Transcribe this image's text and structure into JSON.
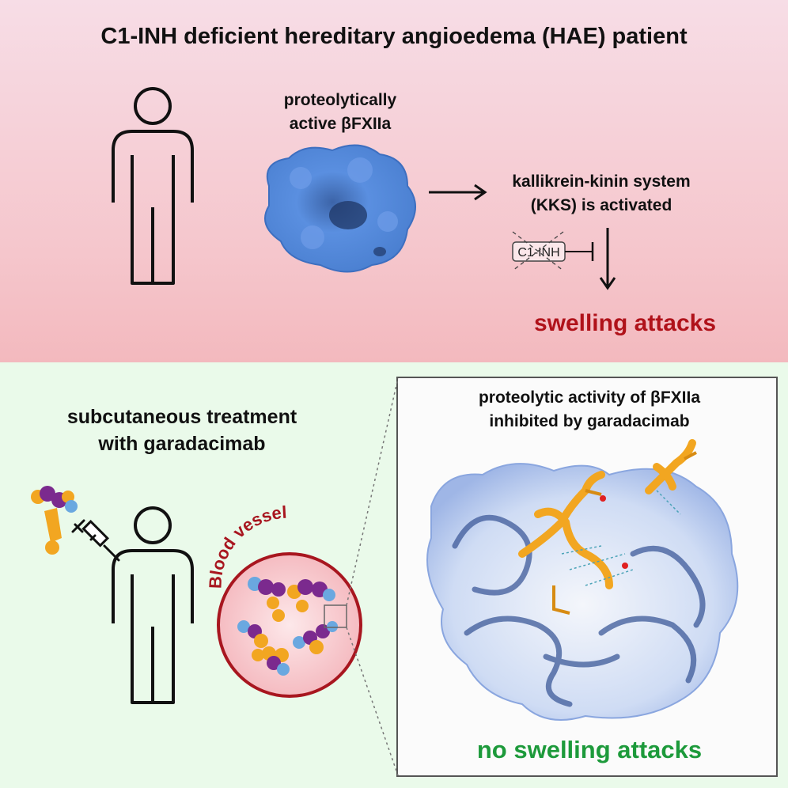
{
  "top_panel": {
    "title": "C1-INH deficient hereditary angioedema (HAE) patient",
    "protein_label_line1": "proteolytically",
    "protein_label_line2": "active βFXIIa",
    "kks_line1": "kallikrein-kinin system",
    "kks_line2": "(KKS) is activated",
    "inhibitor_box": "C1-INH",
    "outcome": "swelling attacks"
  },
  "bottom_panel": {
    "treatment_line1": "subcutaneous treatment",
    "treatment_line2": "with garadacimab",
    "vessel_label": "Blood vessel",
    "inset_title_line1": "proteolytic activity of βFXIIa",
    "inset_title_line2": "inhibited by garadacimab",
    "outcome": "no swelling attacks"
  },
  "colors": {
    "top_bg": "#f5c6cc",
    "bottom_bg": "#eafaea",
    "swelling_red": "#b0121a",
    "no_swelling_green": "#1d9a3b",
    "protein_blue": "#4f86d8",
    "antibody_orange": "#f2a621",
    "antibody_purple": "#7b2a8e",
    "antibody_blue": "#6aa8e0",
    "vessel_red": "#a8161f"
  },
  "icons": [
    "person-icon",
    "syringe-icon",
    "antibody-icon",
    "protein-surface",
    "arrow-icon",
    "inhibition-icon"
  ]
}
